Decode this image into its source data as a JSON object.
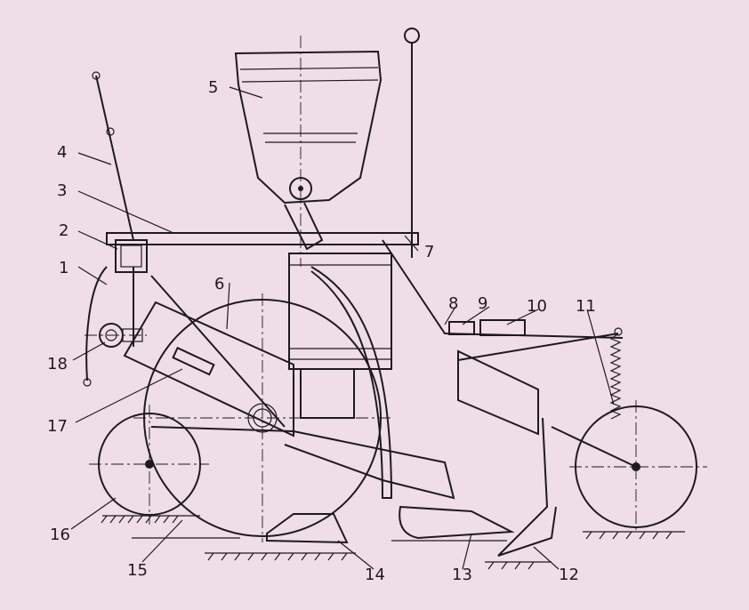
{
  "figure": {
    "type": "seeder-planter mechanical schematic",
    "colors": {
      "background": "#efdde8",
      "ink": "#1e1a1c"
    },
    "labels": [
      "1",
      "2",
      "3",
      "4",
      "5",
      "6",
      "7",
      "8",
      "9",
      "10",
      "11",
      "12",
      "13",
      "14",
      "15",
      "16",
      "17",
      "18"
    ]
  }
}
